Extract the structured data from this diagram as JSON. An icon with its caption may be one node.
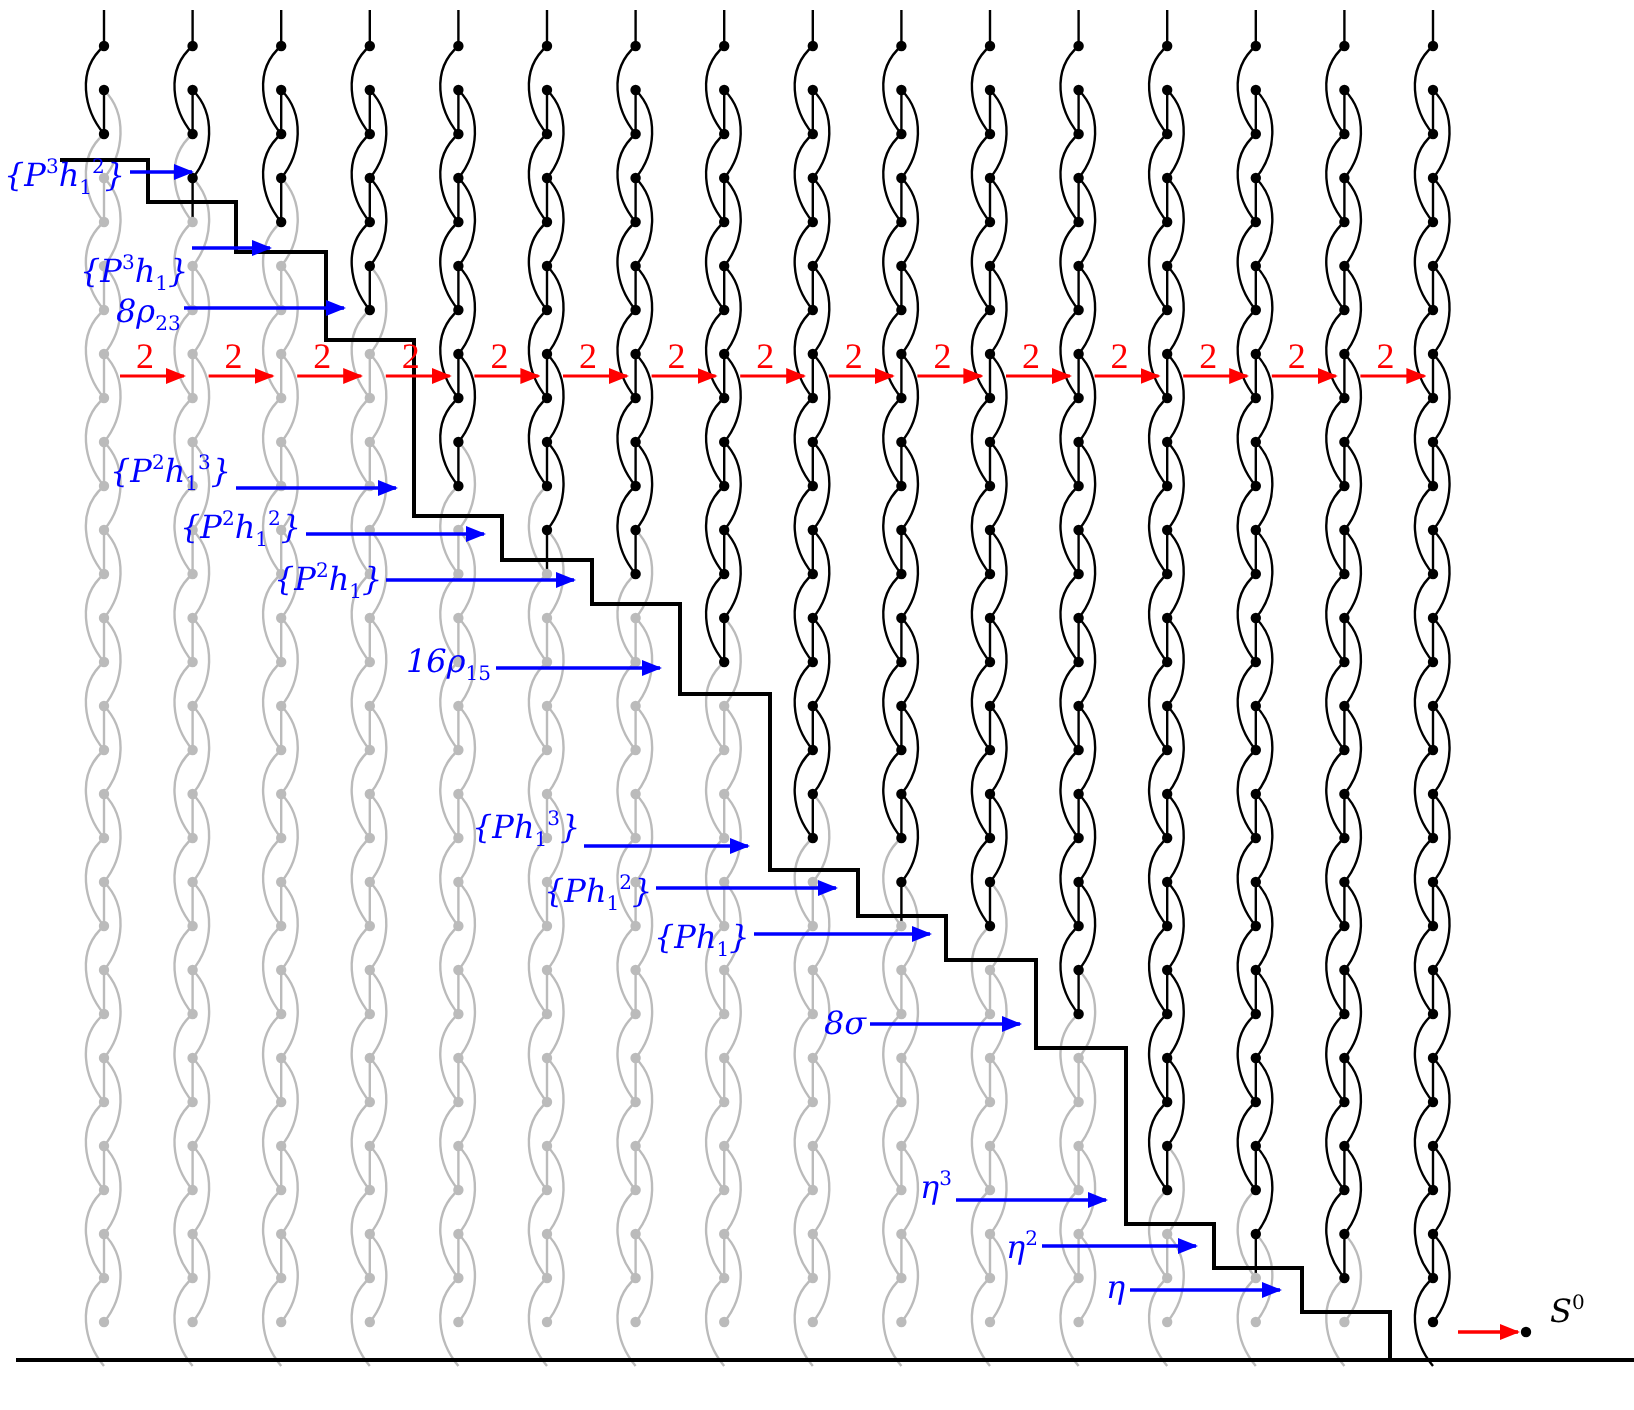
{
  "diagram": {
    "nodes": [
      {
        "text": [
          "{P$^{3}$h$_{1}$$^{2}$}"
        ]
      },
      {
        "text": [
          "{P$^{3}$h$_{1}$}"
        ]
      },
      {
        "text": [
          "8ρ$_{23}$"
        ]
      },
      {
        "text": [
          "{P$^{2}$h$_{1}$$^{3}$}"
        ]
      },
      {
        "text": [
          "{P$^{2}$h$_{1}$$^{2}$}"
        ]
      },
      {
        "text": [
          "{P$^{2}$h$_{1}$}"
        ]
      },
      {
        "text": [
          "16ρ$_{15}$"
        ]
      },
      {
        "text": [
          "{Ph$_{1}$$^{3}$}"
        ]
      },
      {
        "text": [
          "{Ph$_{1}$$^{2}$}"
        ]
      },
      {
        "text": [
          "{Ph$_{1}$}"
        ]
      },
      {
        "text": [
          "8σ"
        ]
      },
      {
        "text": [
          "η$^{3}$"
        ]
      },
      {
        "text": [
          "η$^{2}$"
        ]
      },
      {
        "text": [
          "η"
        ]
      },
      {
        "text": [
          "S$^{0}$"
        ]
      }
    ],
    "edges": [
      {
        "from": 0,
        "to": null,
        "arrow": "to"
      },
      {
        "from": 1,
        "to": null,
        "arrow": "to"
      },
      {
        "from": 2,
        "to": null,
        "arrow": "to"
      },
      {
        "from": 3,
        "to": null,
        "arrow": "to"
      },
      {
        "from": 4,
        "to": null,
        "arrow": "to"
      },
      {
        "from": 5,
        "to": null,
        "arrow": "to"
      },
      {
        "from": 6,
        "to": null,
        "arrow": "to"
      },
      {
        "from": 7,
        "to": null,
        "arrow": "to"
      },
      {
        "from": 8,
        "to": null,
        "arrow": "to"
      },
      {
        "from": 9,
        "to": null,
        "arrow": "to"
      },
      {
        "from": 10,
        "to": null,
        "arrow": "to"
      },
      {
        "from": 11,
        "to": null,
        "arrow": "to"
      },
      {
        "from": 12,
        "to": null,
        "arrow": "to"
      },
      {
        "from": 13,
        "to": null,
        "arrow": "to"
      },
      {
        "from": null,
        "to": 14,
        "arrow": "to",
        "color": "#ff0000"
      }
    ],
    "labels": [
      "2",
      "2",
      "2",
      "2",
      "2",
      "2",
      "2",
      "2",
      "2",
      "2",
      "2",
      "2",
      "2",
      "2",
      "2"
    ]
  }
}
